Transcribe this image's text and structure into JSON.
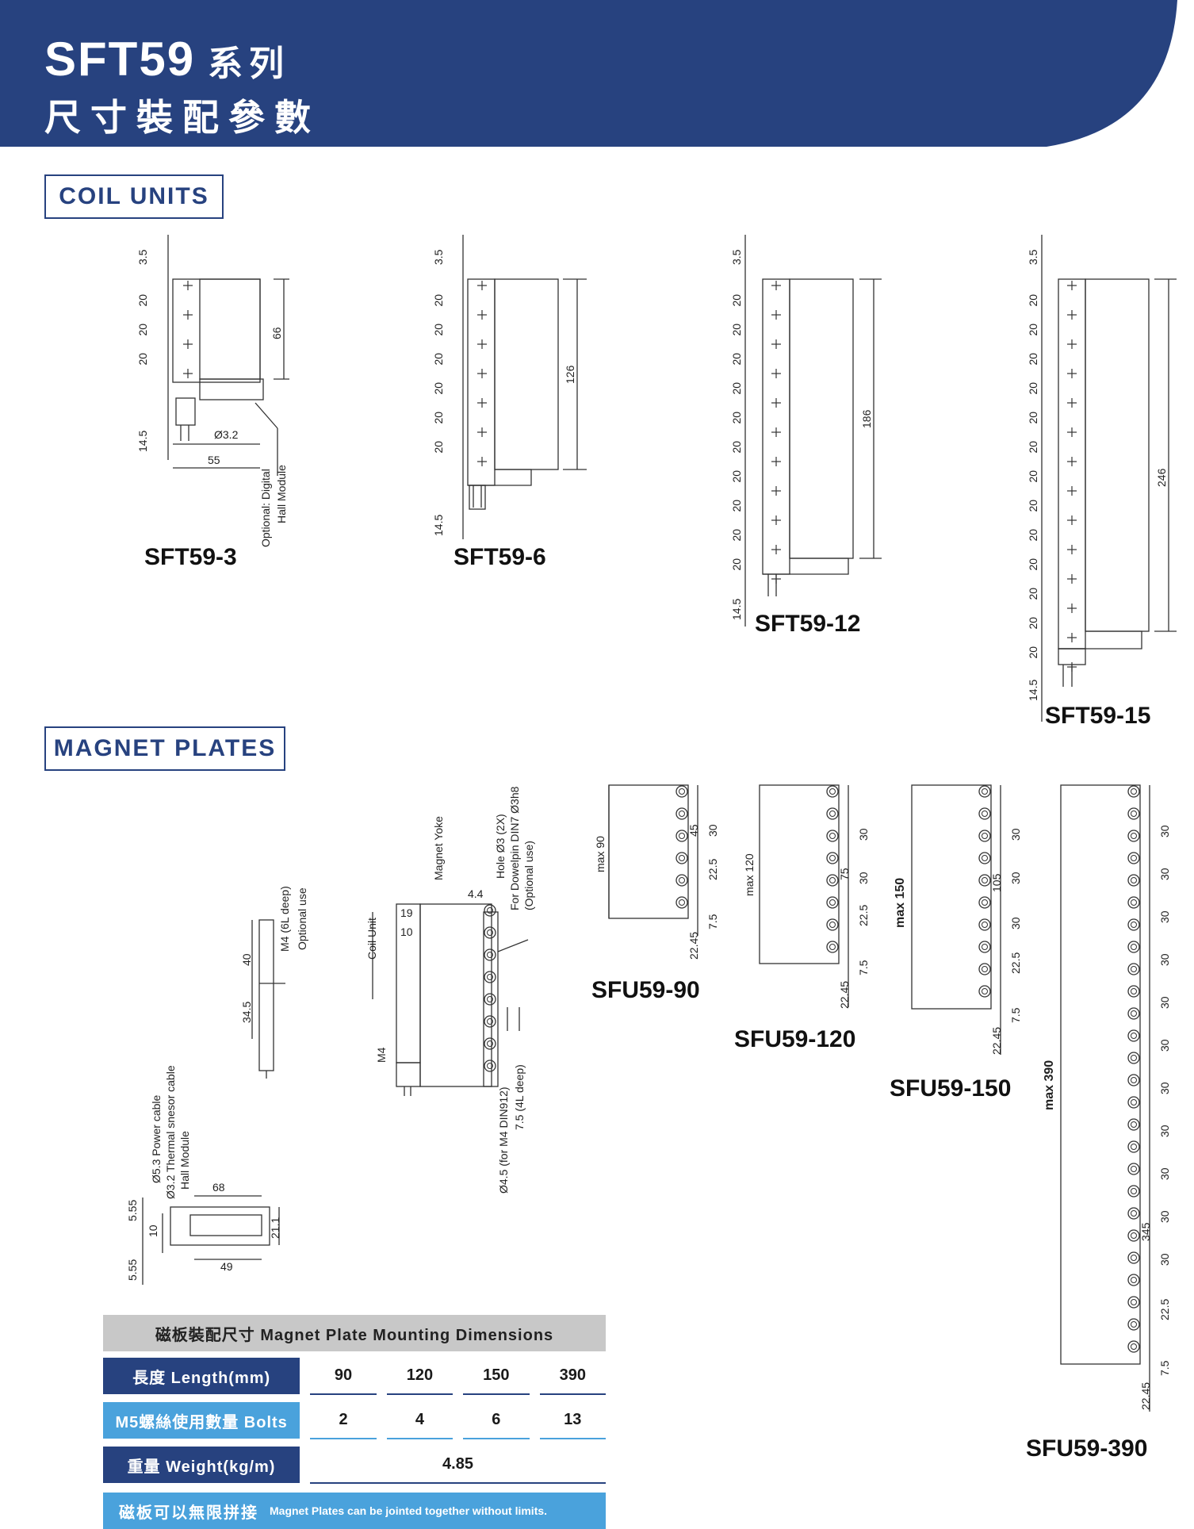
{
  "header": {
    "title": "SFT59",
    "series": "系列",
    "subtitle": "尺寸裝配參數",
    "bg_color": "#27427f"
  },
  "sections": {
    "coil_units": "COIL UNITS",
    "magnet_plates": "MAGNET PLATES"
  },
  "coil_units": [
    {
      "model": "SFT59-3",
      "pitch_labels": [
        "20",
        "20",
        "20"
      ],
      "top_offset": "3.5",
      "bottom_offset": "14.5",
      "height": "66",
      "width": "55",
      "hole": "Ø3.2",
      "note_line1": "Optional: Digital",
      "note_line2": "Hall Module"
    },
    {
      "model": "SFT59-6",
      "pitch_labels": [
        "20",
        "20",
        "20",
        "20",
        "20",
        "20"
      ],
      "top_offset": "3.5",
      "bottom_offset": "14.5",
      "height": "126"
    },
    {
      "model": "SFT59-12",
      "pitch_labels": [
        "20",
        "20",
        "20",
        "20",
        "20",
        "20",
        "20",
        "20",
        "20",
        "20"
      ],
      "top_offset": "3.5",
      "bottom_offset": "14.5",
      "height": "186"
    },
    {
      "model": "SFT59-15",
      "pitch_labels": [
        "20",
        "20",
        "20",
        "20",
        "20",
        "20",
        "20",
        "20",
        "20",
        "20",
        "20",
        "20",
        "20"
      ],
      "top_offset": "3.5",
      "bottom_offset": "14.5",
      "height": "246"
    }
  ],
  "side_view": {
    "dim_40": "40",
    "dim_34_5": "34.5",
    "m4_note": "M4 (6L deep)",
    "optional_use": "Optional use"
  },
  "section_view": {
    "coil_unit": "Coil Unit",
    "magnet_yoke": "Magnet Yoke",
    "m4": "M4",
    "dim_19": "19",
    "dim_10": "10",
    "dim_4_4": "4.4",
    "hole_line1": "Hole Ø3 (2X)",
    "hole_line2": "For Dowelpin DIN7 Ø3h8",
    "hole_line3": "(Optional use)",
    "screw_line1": "Ø4.5 (for M4 DIN912)",
    "screw_line2": "7.5 (4L deep)"
  },
  "end_view": {
    "power_cable": "Ø5.3 Power cable",
    "thermal_cable": "Ø3.2 Thermal snesor cable",
    "hall_module": "Hall Module",
    "dim_5_55_top": "5.55",
    "dim_5_55_bottom": "5.55",
    "dim_10": "10",
    "dim_68": "68",
    "dim_49": "49",
    "dim_21_1": "21.1"
  },
  "magnet_plates": [
    {
      "model": "SFU59-90",
      "max": "max 90",
      "inner": "45",
      "pitch": "30",
      "mid": "22.5",
      "end": "7.5",
      "edge": "22.45"
    },
    {
      "model": "SFU59-120",
      "max": "max 120",
      "inner": "75",
      "pitches": [
        "30",
        "30"
      ],
      "mid": "22.5",
      "end": "7.5",
      "edge": "22.45"
    },
    {
      "model": "SFU59-150",
      "max": "max 150",
      "inner": "105",
      "pitches": [
        "30",
        "30",
        "30"
      ],
      "mid": "22.5",
      "end": "7.5",
      "edge": "22.45"
    },
    {
      "model": "SFU59-390",
      "max": "max 390",
      "inner": "345",
      "pitches": [
        "30",
        "30",
        "30",
        "30",
        "30",
        "30",
        "30",
        "30",
        "30",
        "30",
        "30"
      ],
      "mid": "22.5",
      "end": "7.5",
      "edge": "22.45"
    }
  ],
  "table": {
    "title": "磁板裝配尺寸 Magnet Plate Mounting Dimensions",
    "rows": [
      {
        "key": "長度 Length(mm)",
        "values": [
          "90",
          "120",
          "150",
          "390"
        ]
      },
      {
        "key": "M5螺絲使用數量 Bolts",
        "values": [
          "2",
          "4",
          "6",
          "13"
        ]
      },
      {
        "key": "重量 Weight(kg/m)",
        "value": "4.85"
      }
    ],
    "note_cn": "磁板可以無限拼接",
    "note_en": "Magnet Plates can be jointed together without limits.",
    "dark_color": "#27427f",
    "light_color": "#4aa2dc"
  }
}
